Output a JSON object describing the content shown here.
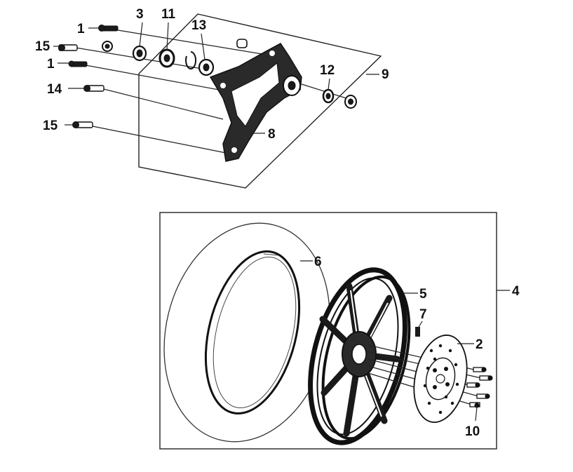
{
  "callouts": [
    {
      "id": "1a",
      "text": "1"
    },
    {
      "id": "3",
      "text": "3"
    },
    {
      "id": "11",
      "text": "11"
    },
    {
      "id": "13",
      "text": "13"
    },
    {
      "id": "15a",
      "text": "15"
    },
    {
      "id": "1b",
      "text": "1"
    },
    {
      "id": "14",
      "text": "14"
    },
    {
      "id": "15b",
      "text": "15"
    },
    {
      "id": "12",
      "text": "12"
    },
    {
      "id": "9",
      "text": "9"
    },
    {
      "id": "8",
      "text": "8"
    },
    {
      "id": "6",
      "text": "6"
    },
    {
      "id": "5",
      "text": "5"
    },
    {
      "id": "4",
      "text": "4"
    },
    {
      "id": "7",
      "text": "7"
    },
    {
      "id": "2",
      "text": "2"
    },
    {
      "id": "10",
      "text": "10"
    }
  ],
  "colors": {
    "ink": "#1a1a1a",
    "paper": "#ffffff"
  }
}
